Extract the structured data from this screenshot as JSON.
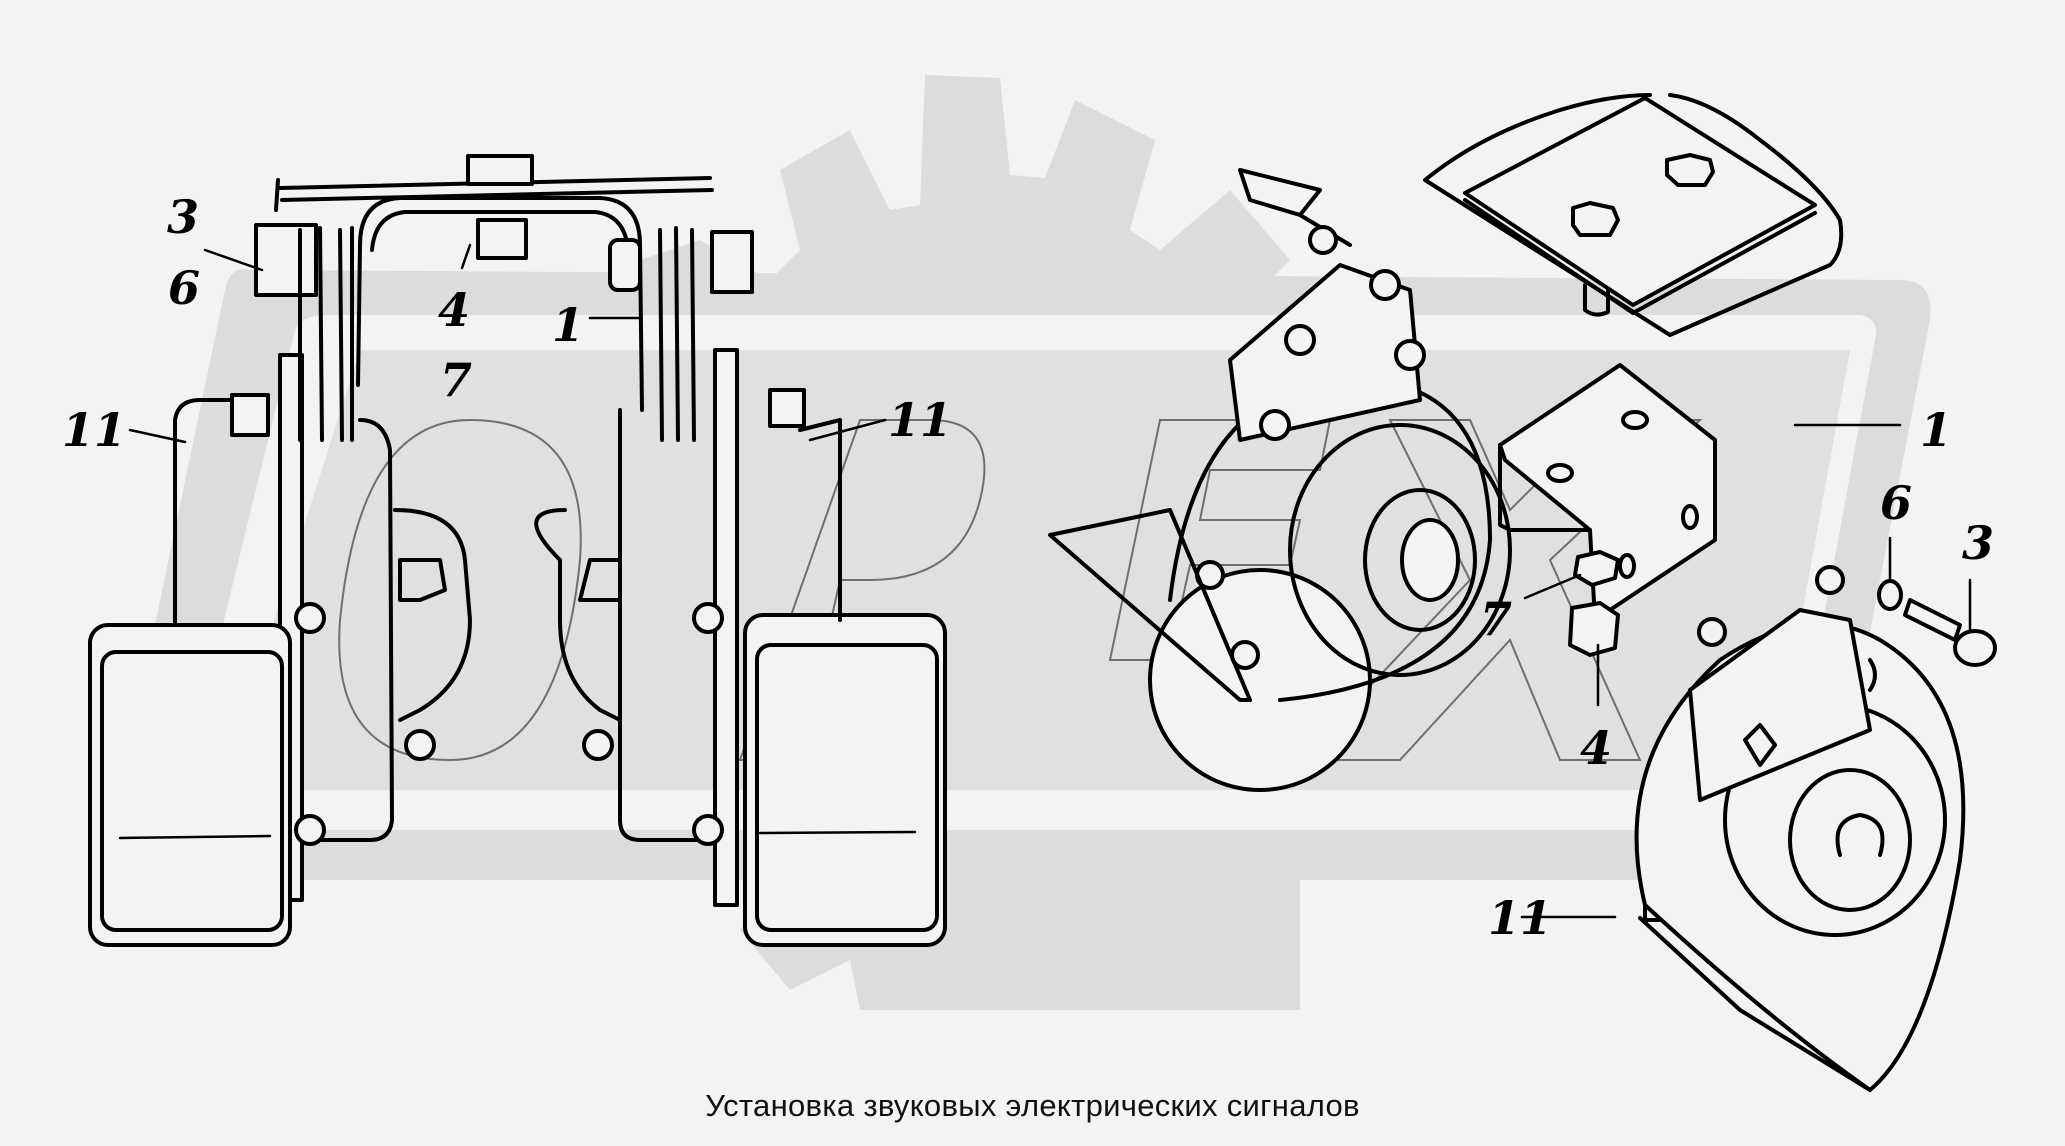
{
  "diagram": {
    "caption": "Установка звуковых электрических сигналов",
    "watermark_text": "OPEX",
    "watermark_color": "#dcdcdc",
    "background_color": "#f3f3f1",
    "ink_color": "#000000",
    "left_view": {
      "callouts": [
        {
          "id": "left-3",
          "label": "3"
        },
        {
          "id": "left-6",
          "label": "6"
        },
        {
          "id": "left-4",
          "label": "4"
        },
        {
          "id": "left-7",
          "label": "7"
        },
        {
          "id": "left-1",
          "label": "1"
        },
        {
          "id": "left-11-a",
          "label": "11"
        },
        {
          "id": "left-11-b",
          "label": "11"
        }
      ]
    },
    "right_view": {
      "callouts": [
        {
          "id": "right-1",
          "label": "1"
        },
        {
          "id": "right-6",
          "label": "6"
        },
        {
          "id": "right-3",
          "label": "3"
        },
        {
          "id": "right-7",
          "label": "7"
        },
        {
          "id": "right-4",
          "label": "4"
        },
        {
          "id": "right-11",
          "label": "11"
        }
      ]
    }
  }
}
